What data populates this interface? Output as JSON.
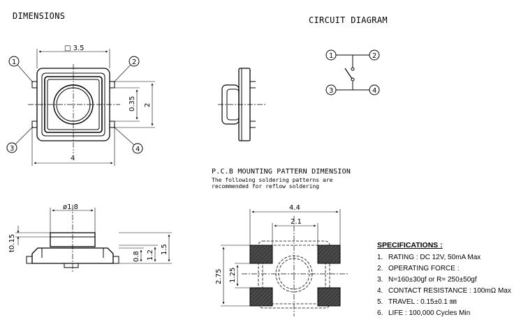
{
  "titles": {
    "dimensions": "DIMENSIONS",
    "circuit": "CIRCUIT DIAGRAM",
    "pcb_title": "P.C.B MOUNTING PATTERN DIMENSION",
    "pcb_note_1": "The following soldering patterns are",
    "pcb_note_2": "recommended for reflow soldering"
  },
  "top_view": {
    "dim_top": "□ 3.5",
    "dim_bottom": "4",
    "dim_inner": "0.35",
    "dim_right": "2",
    "pins": [
      "1",
      "2",
      "3",
      "4"
    ]
  },
  "side_view": {
    "dim_diameter": "ø1.8",
    "dim_travel": "t0.15",
    "dim_a": "0.8",
    "dim_b": "1.2",
    "dim_c": "1.5"
  },
  "circuit": {
    "pins": [
      "1",
      "2",
      "3",
      "4"
    ]
  },
  "pcb": {
    "dim_outer": "4.4",
    "dim_inner": "2.1",
    "dim_height": "2.75",
    "dim_pad": "1.25"
  },
  "specifications": {
    "heading": "SPECIFICATIONS :",
    "items": [
      {
        "num": "1.",
        "text": "RATING : DC 12V, 50mA Max"
      },
      {
        "num": "2.",
        "text": "OPERATING FORCE :"
      },
      {
        "num": "3.",
        "text": "N=160±30gf or R= 250±50gf"
      },
      {
        "num": "4.",
        "text": "CONTACT RESISTANCE : 100mΩ Max"
      },
      {
        "num": "5.",
        "text": "TRAVEL : 0.15±0.1 ㎜"
      },
      {
        "num": "6.",
        "text": "LIFE : 100,000 Cycles Min"
      }
    ]
  }
}
